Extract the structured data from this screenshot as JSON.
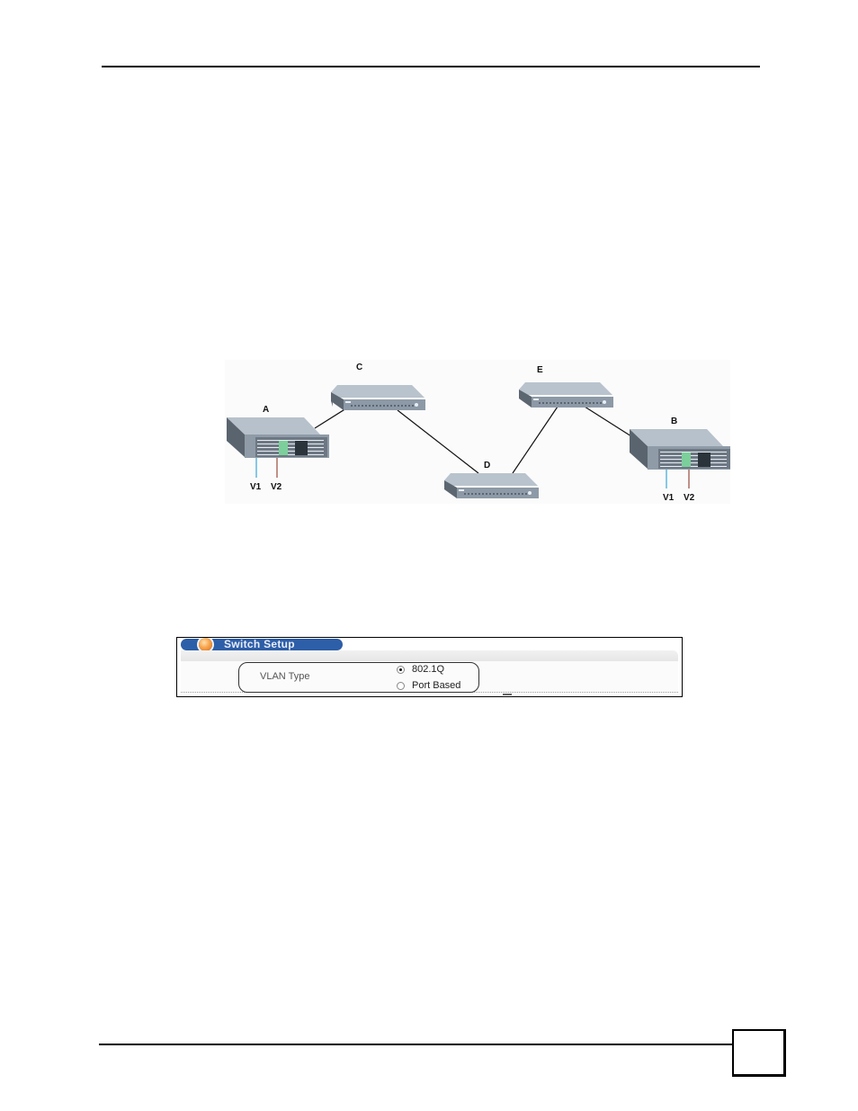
{
  "page": {
    "header_rule": true,
    "footer_rule": true,
    "page_number": ""
  },
  "diagram": {
    "nodes": [
      {
        "id": "A",
        "label": "A",
        "kind": "chassis-switch"
      },
      {
        "id": "B",
        "label": "B",
        "kind": "chassis-switch"
      },
      {
        "id": "C",
        "label": "C",
        "kind": "desktop-switch"
      },
      {
        "id": "D",
        "label": "D",
        "kind": "desktop-switch"
      },
      {
        "id": "E",
        "label": "E",
        "kind": "desktop-switch"
      }
    ],
    "links": [
      [
        "A",
        "C"
      ],
      [
        "C",
        "D"
      ],
      [
        "D",
        "E"
      ],
      [
        "E",
        "B"
      ]
    ],
    "vlan_ports": {
      "A": [
        {
          "label": "V1",
          "color": "#3aa6d8"
        },
        {
          "label": "V2",
          "color": "#9a4a3c"
        }
      ],
      "B": [
        {
          "label": "V1",
          "color": "#3aa6d8"
        },
        {
          "label": "V2",
          "color": "#9a4a3c"
        }
      ]
    }
  },
  "panel": {
    "title": "Switch Setup",
    "title_bar_color": "#2d5ea8",
    "field_label": "VLAN Type",
    "options": [
      {
        "label": "802.1Q",
        "selected": true
      },
      {
        "label": "Port Based",
        "selected": false
      }
    ]
  }
}
